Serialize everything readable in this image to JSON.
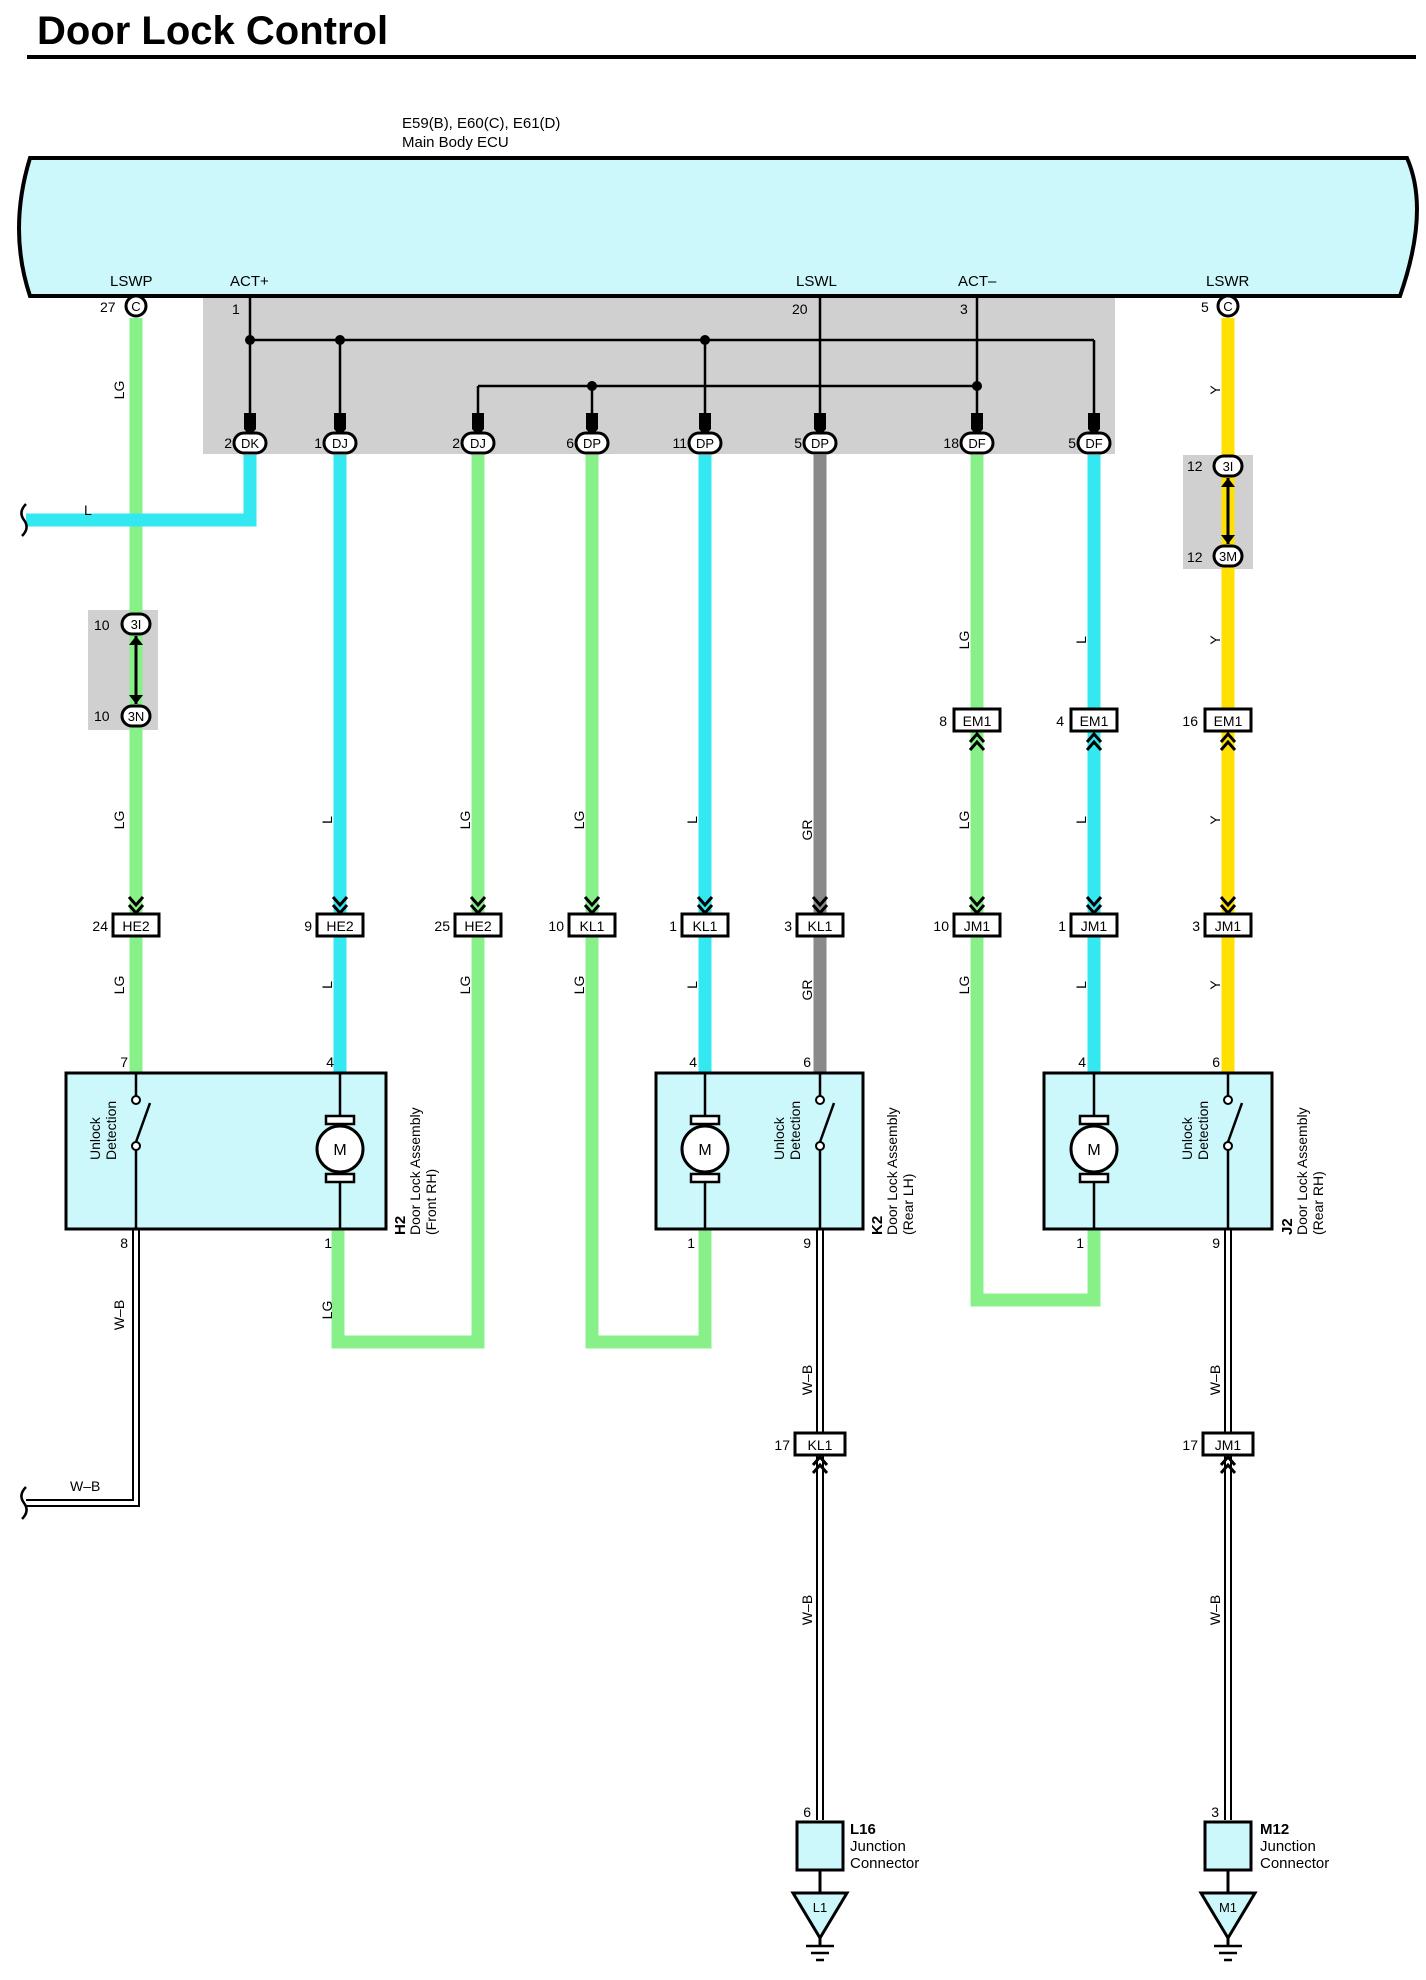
{
  "title": "Door Lock Control",
  "ecu": {
    "connectors": "E59(B), E60(C), E61(D)",
    "name": "Main Body ECU",
    "signals": {
      "lswp": "LSWP",
      "act_plus": "ACT+",
      "lswl": "LSWL",
      "act_minus": "ACT–",
      "lswr": "LSWR"
    },
    "pins": {
      "lswp": {
        "num": "27",
        "conn": "C"
      },
      "act_plus": {
        "num": "1"
      },
      "lswl": {
        "num": "20"
      },
      "act_minus": {
        "num": "3"
      },
      "lswr": {
        "num": "5",
        "conn": "C"
      }
    }
  },
  "junction_pins": [
    {
      "num": "2",
      "conn": "DK"
    },
    {
      "num": "1",
      "conn": "DJ"
    },
    {
      "num": "2",
      "conn": "DJ"
    },
    {
      "num": "6",
      "conn": "DP"
    },
    {
      "num": "11",
      "conn": "DP"
    },
    {
      "num": "5",
      "conn": "DP"
    },
    {
      "num": "18",
      "conn": "DF"
    },
    {
      "num": "5",
      "conn": "DF"
    }
  ],
  "inline_connectors": {
    "left_top": {
      "num": "10",
      "conn": "3I"
    },
    "left_bottom": {
      "num": "10",
      "conn": "3N"
    },
    "right_top": {
      "num": "12",
      "conn": "3I"
    },
    "right_bottom": {
      "num": "12",
      "conn": "3M"
    }
  },
  "em1": [
    {
      "num": "8",
      "name": "EM1"
    },
    {
      "num": "4",
      "name": "EM1"
    },
    {
      "num": "16",
      "name": "EM1"
    }
  ],
  "row_connectors": [
    {
      "num": "24",
      "name": "HE2"
    },
    {
      "num": "9",
      "name": "HE2"
    },
    {
      "num": "25",
      "name": "HE2"
    },
    {
      "num": "10",
      "name": "KL1"
    },
    {
      "num": "1",
      "name": "KL1"
    },
    {
      "num": "3",
      "name": "KL1"
    },
    {
      "num": "10",
      "name": "JM1"
    },
    {
      "num": "1",
      "name": "JM1"
    },
    {
      "num": "3",
      "name": "JM1"
    }
  ],
  "ground_connectors": {
    "kl1": {
      "num": "17",
      "name": "KL1"
    },
    "jm1": {
      "num": "17",
      "name": "JM1"
    }
  },
  "wire_colors": {
    "LG": "#88f088",
    "L": "#33e8f0",
    "Y": "#ffe000",
    "GR": "#8a8a8a",
    "WB": "#ffffff"
  },
  "wire_labels": {
    "lg": "LG",
    "l": "L",
    "y": "Y",
    "gr": "GR",
    "wb": "W–B"
  },
  "assemblies": {
    "h2": {
      "code": "H2",
      "name": "Door Lock Assembly",
      "sub": "(Front RH)",
      "detect1": "Unlock",
      "detect2": "Detection",
      "motor": "M",
      "pin_switch_top": "7",
      "pin_motor_top": "4",
      "pin_switch_bottom": "8",
      "pin_motor_bottom": "1"
    },
    "k2": {
      "code": "K2",
      "name": "Door Lock Assembly",
      "sub": "(Rear LH)",
      "detect1": "Unlock",
      "detect2": "Detection",
      "motor": "M",
      "pin_motor_top": "4",
      "pin_switch_top": "6",
      "pin_motor_bottom": "1",
      "pin_switch_bottom": "9"
    },
    "j2": {
      "code": "J2",
      "name": "Door Lock Assembly",
      "sub": "(Rear RH)",
      "detect1": "Unlock",
      "detect2": "Detection",
      "motor": "M",
      "pin_motor_top": "4",
      "pin_switch_top": "6",
      "pin_motor_bottom": "1",
      "pin_switch_bottom": "9"
    }
  },
  "junction_connectors": {
    "l16": {
      "code": "L16",
      "line1": "Junction",
      "line2": "Connector",
      "pin": "6",
      "ground": "L1"
    },
    "m12": {
      "code": "M12",
      "line1": "Junction",
      "line2": "Connector",
      "pin": "3",
      "ground": "M1"
    }
  }
}
